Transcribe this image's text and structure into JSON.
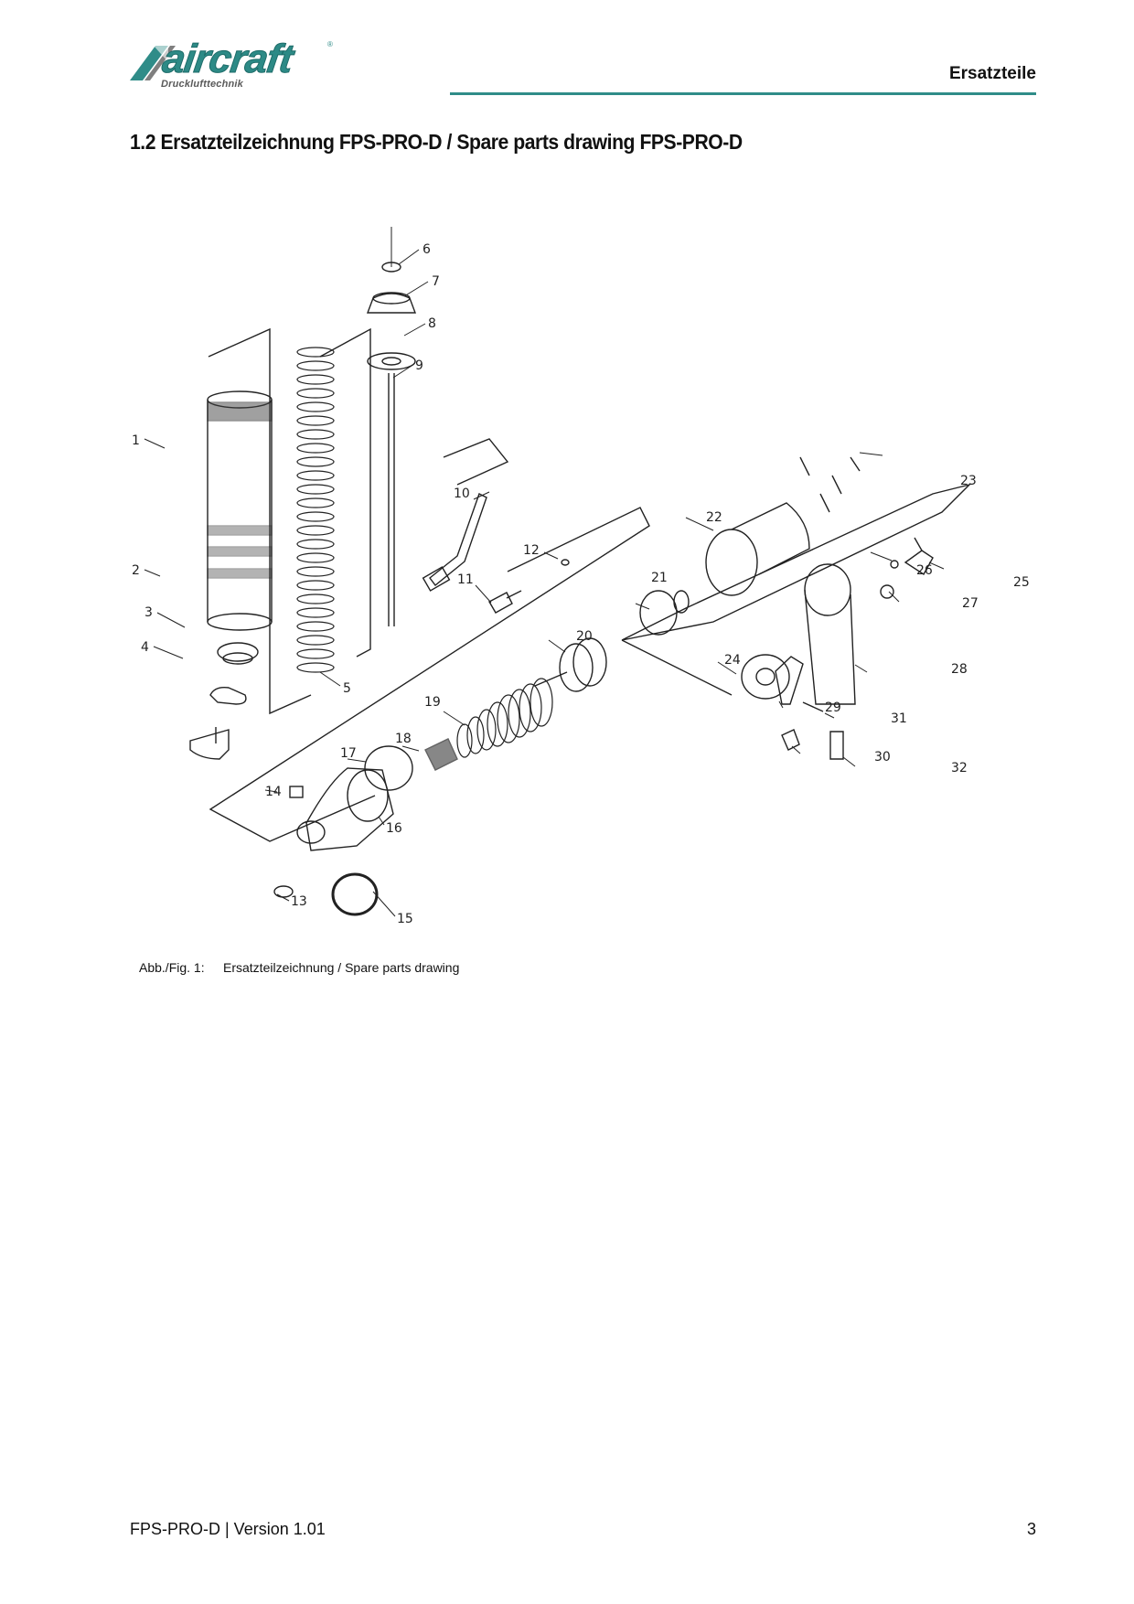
{
  "header": {
    "logo_text": "aircraft",
    "logo_tagline": "Drucklufttechnik",
    "section": "Ersatzteile"
  },
  "title": "1.2   Ersatzteilzeichnung FPS-PRO-D / Spare parts drawing FPS-PRO-D",
  "drawing": {
    "part_numbers": [
      "1",
      "2",
      "3",
      "4",
      "5",
      "6",
      "7",
      "8",
      "9",
      "10",
      "11",
      "12",
      "13",
      "14",
      "15",
      "16",
      "17",
      "18",
      "19",
      "20",
      "21",
      "22",
      "23",
      "24",
      "25",
      "26",
      "27",
      "28",
      "29",
      "30",
      "31",
      "32"
    ]
  },
  "caption": {
    "label": "Abb./Fig. 1:",
    "text": "Ersatzteilzeichnung / Spare parts drawing"
  },
  "footer": {
    "doc": "FPS-PRO-D | Version 1.01",
    "page": "3"
  },
  "colors": {
    "brand": "#2f8c88"
  }
}
